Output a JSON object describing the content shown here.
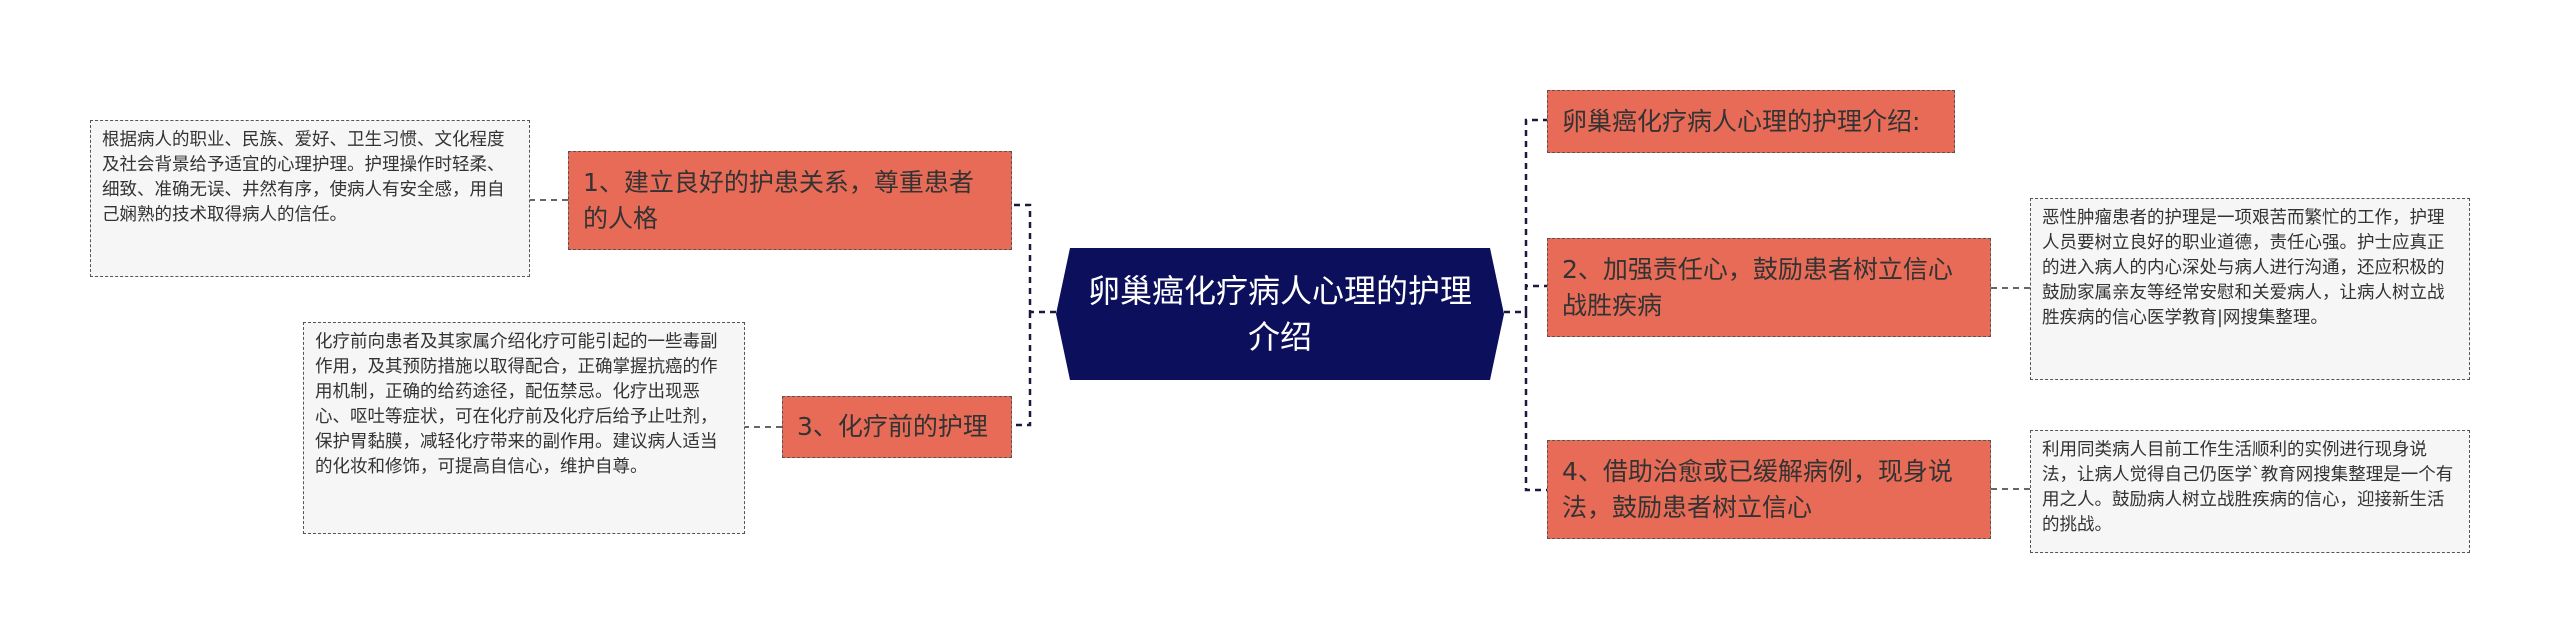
{
  "mindmap": {
    "root": {
      "text": "卵巢癌化疗病人心理的护理介绍"
    },
    "topics": [
      {
        "text": "1、建立良好的护患关系，尊重患者的人格",
        "detail": "根据病人的职业、民族、爱好、卫生习惯、文化程度及社会背景给予适宜的心理护理。护理操作时轻柔、细致、准确无误、井然有序，使病人有安全感，用自己娴熟的技术取得病人的信任。"
      },
      {
        "text": "3、化疗前的护理",
        "detail": "化疗前向患者及其家属介绍化疗可能引起的一些毒副作用，及其预防措施以取得配合，正确掌握抗癌的作用机制，正确的给药途径，配伍禁忌。化疗出现恶心、呕吐等症状，可在化疗前及化疗后给予止吐剂，保护胃黏膜，减轻化疗带来的副作用。建议病人适当的化妆和修饰，可提高自信心，维护自尊。"
      },
      {
        "text": "卵巢癌化疗病人心理的护理介绍:"
      },
      {
        "text": "2、加强责任心，鼓励患者树立信心战胜疾病",
        "detail": "恶性肿瘤患者的护理是一项艰苦而繁忙的工作，护理人员要树立良好的职业道德，责任心强。护士应真正的进入病人的内心深处与病人进行沟通，还应积极的鼓励家属亲友等经常安慰和关爱病人，让病人树立战胜疾病的信心医学教育|网搜集整理。"
      },
      {
        "text": "4、借助治愈或已缓解病例，现身说法，鼓励患者树立信心",
        "detail": "利用同类病人目前工作生活顺利的实例进行现身说法，让病人觉得自己仍医学`教育网搜集整理是一个有用之人。鼓励病人树立战胜疾病的信心，迎接新生活的挑战。"
      }
    ]
  }
}
